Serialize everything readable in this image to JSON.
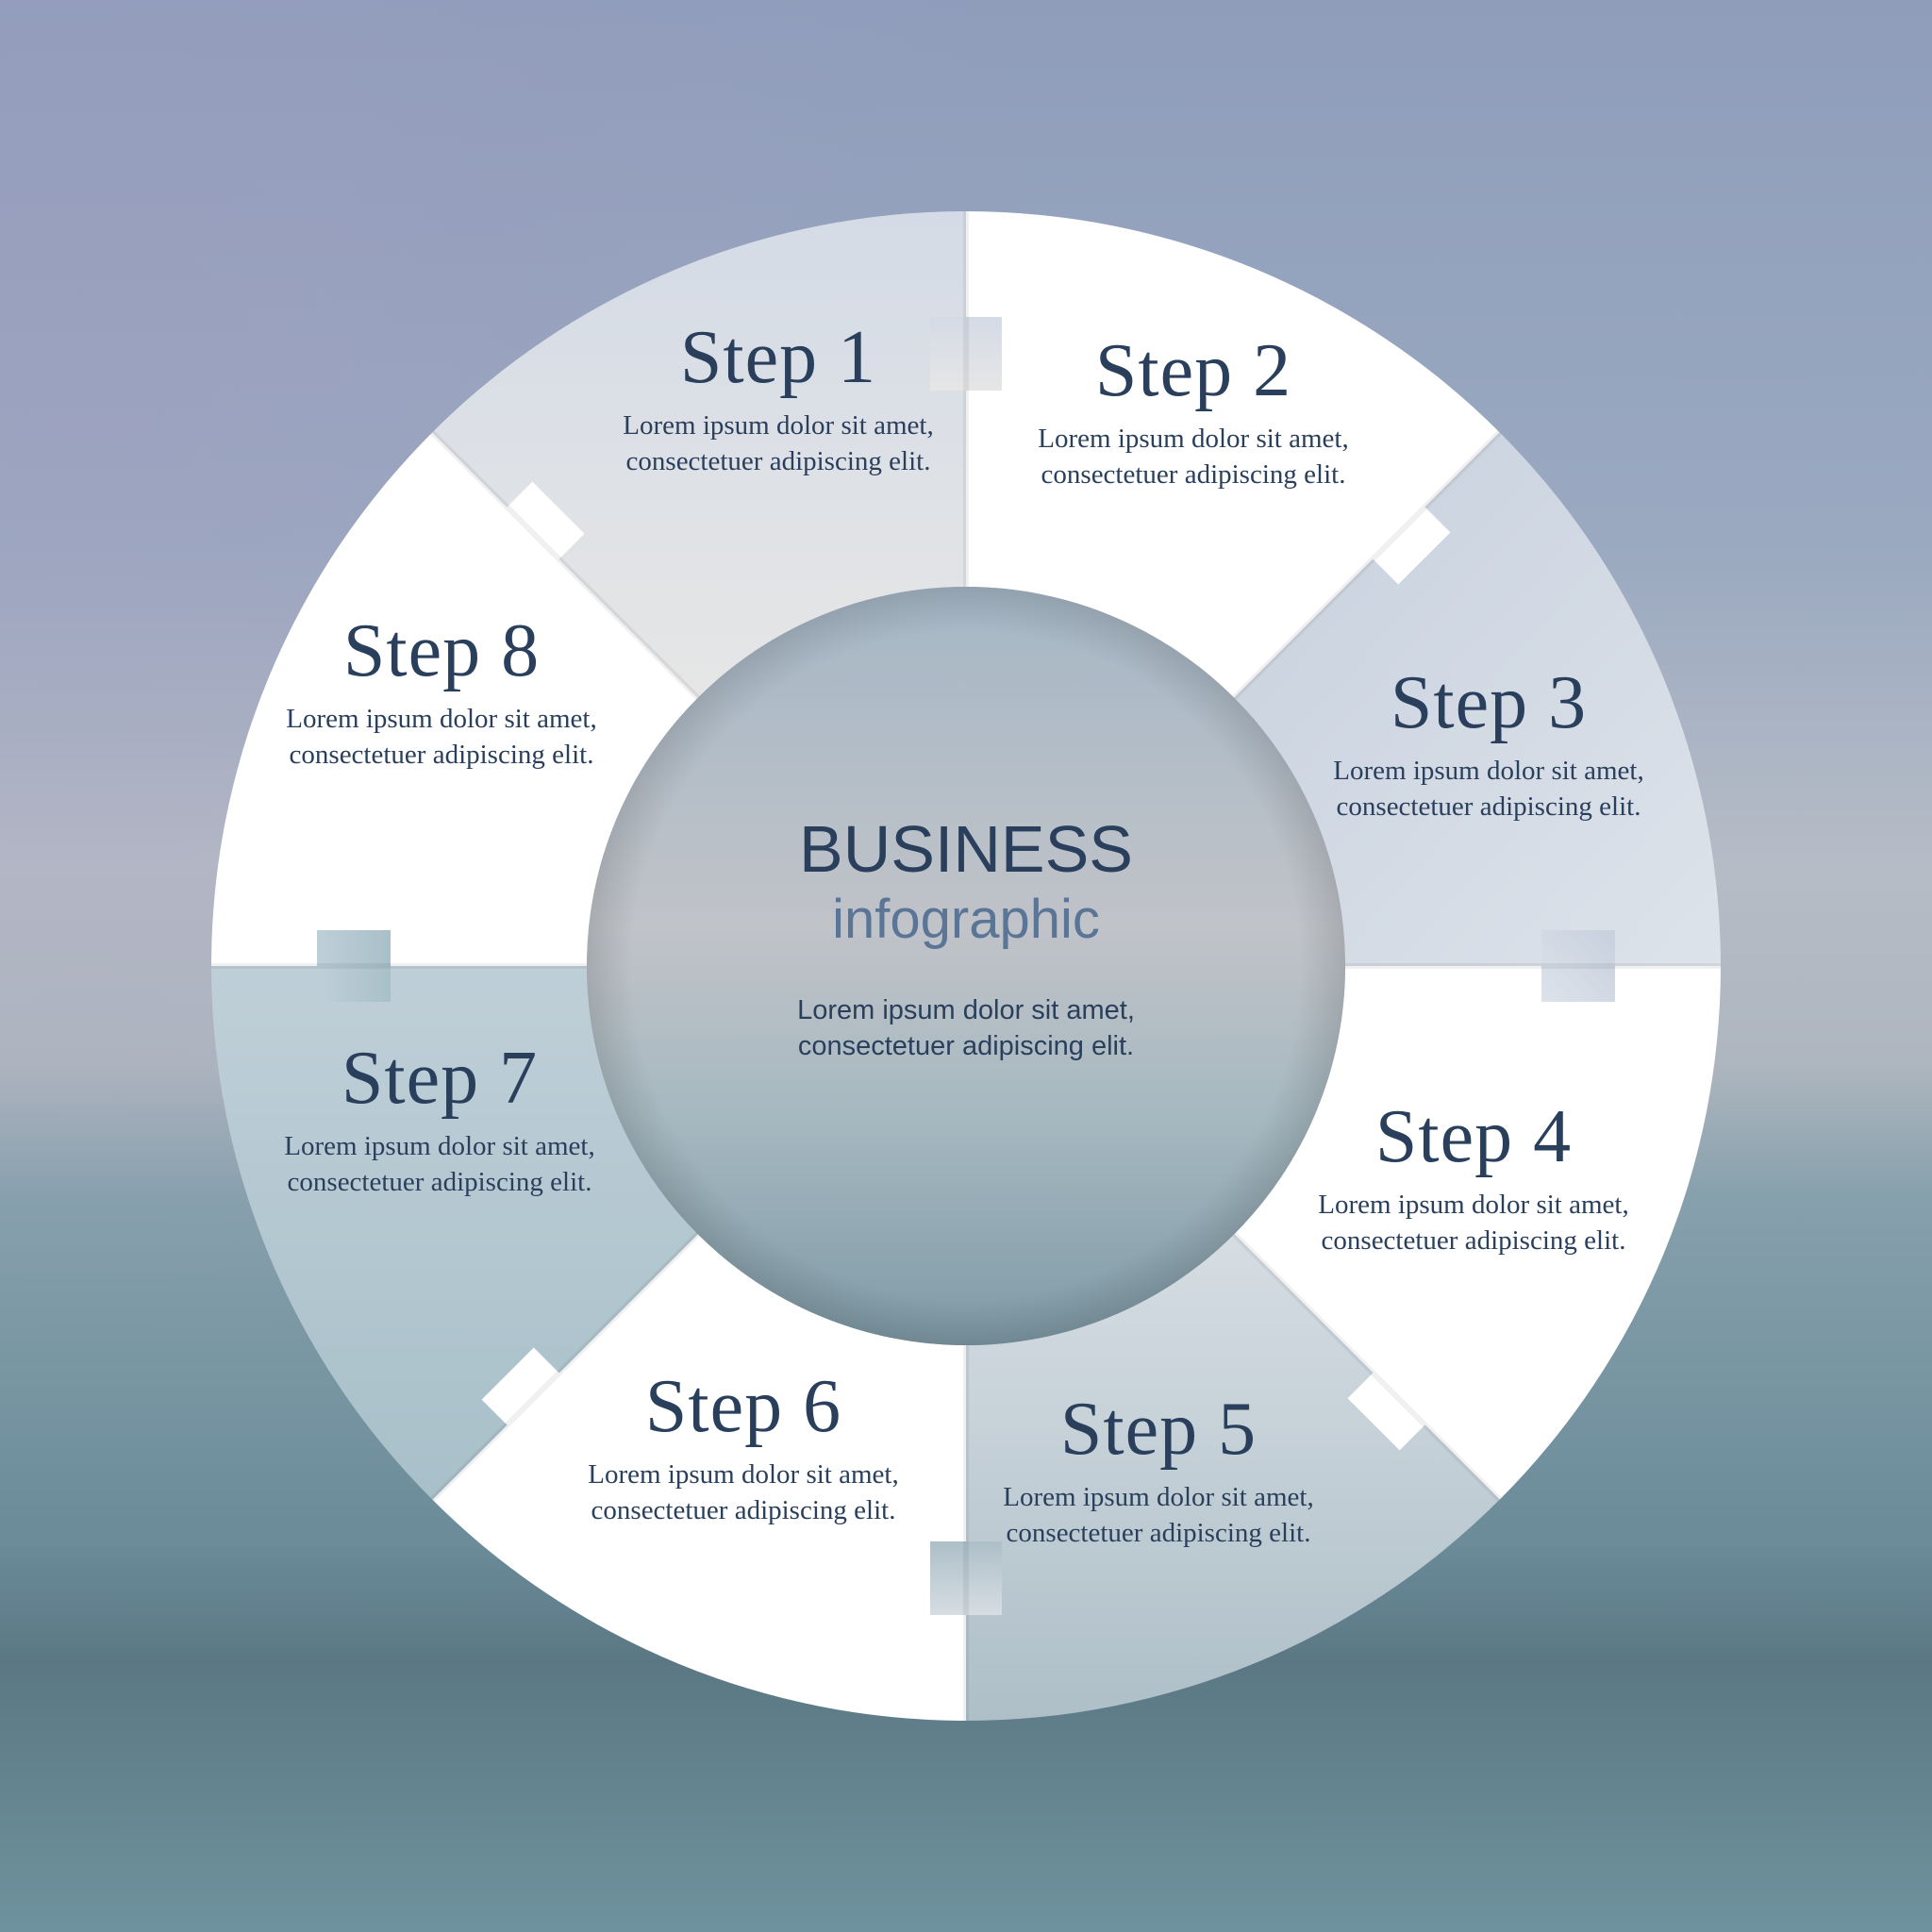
{
  "center": {
    "title": "BUSINESS",
    "subtitle": "infographic",
    "description": "Lorem ipsum dolor sit amet, consectetuer adipiscing elit."
  },
  "steps": [
    {
      "label": "Step 1",
      "description": "Lorem ipsum dolor sit amet, consectetuer adipiscing elit."
    },
    {
      "label": "Step 2",
      "description": "Lorem ipsum dolor sit amet, consectetuer adipiscing elit."
    },
    {
      "label": "Step 3",
      "description": "Lorem ipsum dolor sit amet, consectetuer adipiscing elit."
    },
    {
      "label": "Step 4",
      "description": "Lorem ipsum dolor sit amet, consectetuer adipiscing elit."
    },
    {
      "label": "Step 5",
      "description": "Lorem ipsum dolor sit amet, consectetuer adipiscing elit."
    },
    {
      "label": "Step 6",
      "description": "Lorem ipsum dolor sit amet, consectetuer adipiscing elit."
    },
    {
      "label": "Step 7",
      "description": "Lorem ipsum dolor sit amet, consectetuer adipiscing elit."
    },
    {
      "label": "Step 8",
      "description": "Lorem ipsum dolor sit amet, consectetuer adipiscing elit."
    }
  ],
  "colors": {
    "text_dark": "#2a3f5c",
    "text_accent": "#5a7596",
    "segment_white": "#ffffff",
    "segment_tinted": "#d3dbe5"
  }
}
